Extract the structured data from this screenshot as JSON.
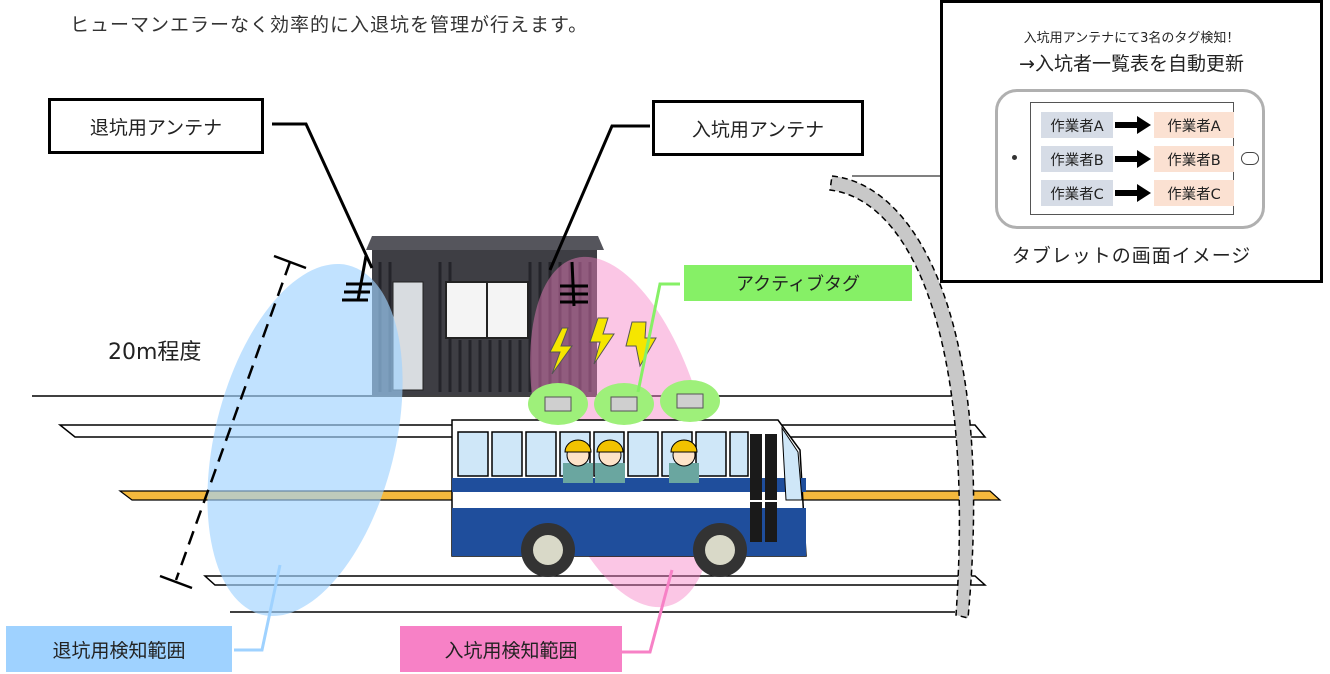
{
  "headline": "ヒューマンエラーなく効率的に入退坑を管理が行えます。",
  "labels": {
    "exit_antenna": "退坑用アンテナ",
    "entry_antenna": "入坑用アンテナ",
    "distance": "20m程度",
    "active_tag": "アクティブタグ",
    "exit_range": "退坑用検知範囲",
    "entry_range": "入坑用検知範囲"
  },
  "tablet_panel": {
    "line1": "入坑用アンテナにて3名のタグ検知！",
    "line2": "→入坑者一覧表を自動更新",
    "caption": "タブレットの画面イメージ",
    "rows": [
      {
        "from": "作業者A",
        "to": "作業者A"
      },
      {
        "from": "作業者B",
        "to": "作業者B"
      },
      {
        "from": "作業者C",
        "to": "作業者C"
      }
    ]
  },
  "colors": {
    "exit_range": "#9fd2ff",
    "entry_range": "#f781c6",
    "active_tag": "#86f066",
    "bus_blue": "#1f4e9c",
    "road_orange": "#f5b93d"
  },
  "icons": [
    "antenna-icon",
    "lightning-icon",
    "worker-icon",
    "bus-icon",
    "container-hut-icon",
    "tablet-icon"
  ]
}
